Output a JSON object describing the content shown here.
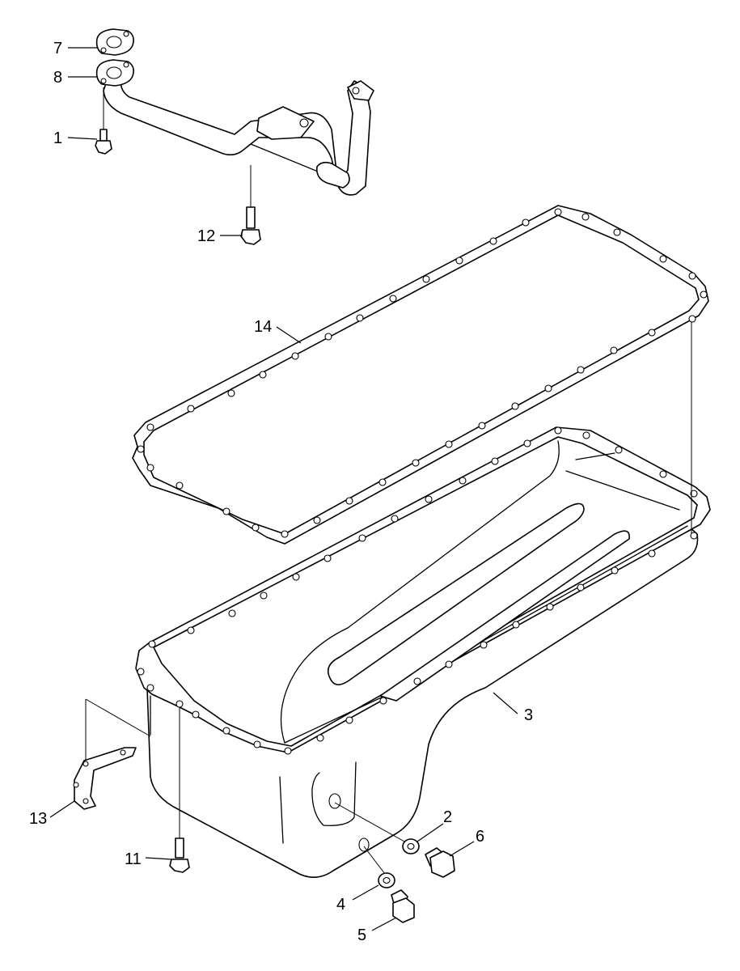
{
  "callouts": [
    {
      "id": "c1",
      "label": "1"
    },
    {
      "id": "c2",
      "label": "2"
    },
    {
      "id": "c3",
      "label": "3"
    },
    {
      "id": "c4",
      "label": "4"
    },
    {
      "id": "c5",
      "label": "5"
    },
    {
      "id": "c6",
      "label": "6"
    },
    {
      "id": "c7",
      "label": "7"
    },
    {
      "id": "c8",
      "label": "8"
    },
    {
      "id": "c11",
      "label": "11"
    },
    {
      "id": "c12",
      "label": "12"
    },
    {
      "id": "c13",
      "label": "13"
    },
    {
      "id": "c14",
      "label": "14"
    }
  ]
}
